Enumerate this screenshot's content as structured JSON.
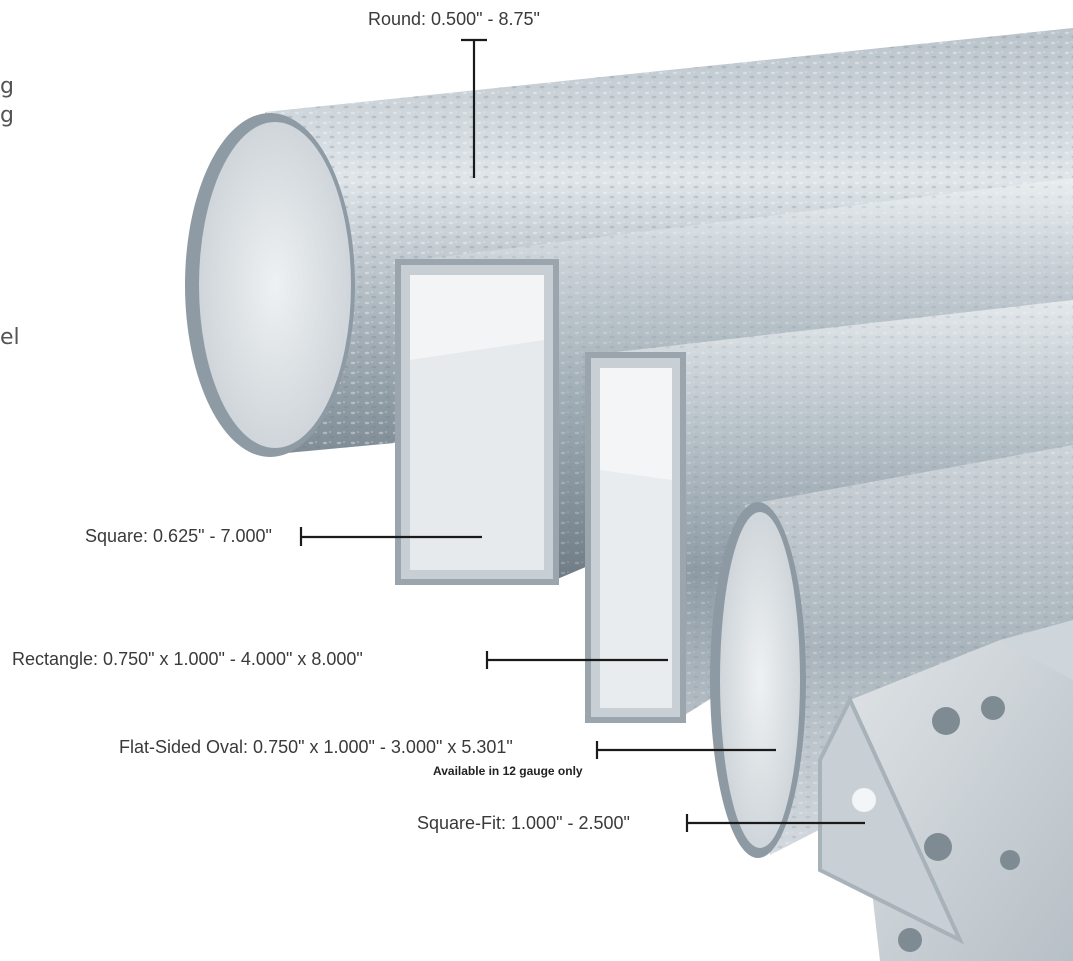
{
  "edge_fragments": [
    "g",
    "g",
    "el"
  ],
  "profiles": {
    "round": {
      "label": "Round: 0.500\" - 8.75\""
    },
    "square": {
      "label": "Square:  0.625\" - 7.000\""
    },
    "rectangle": {
      "label": "Rectangle: 0.750\" x 1.000\" - 4.000\" x 8.000\""
    },
    "flat_sided_oval": {
      "label": "Flat-Sided Oval: 0.750\" x 1.000\" - 3.000\" x 5.301\"",
      "note": "Available in 12 gauge only"
    },
    "square_fit": {
      "label": "Square-Fit: 1.000\"  - 2.500\""
    }
  },
  "colors": {
    "steel_light": "#d7dde2",
    "steel_mid": "#aeb8c0",
    "steel_dark": "#7d8a94",
    "interior": "#e4e8ea",
    "leader": "#1a1a1a"
  }
}
